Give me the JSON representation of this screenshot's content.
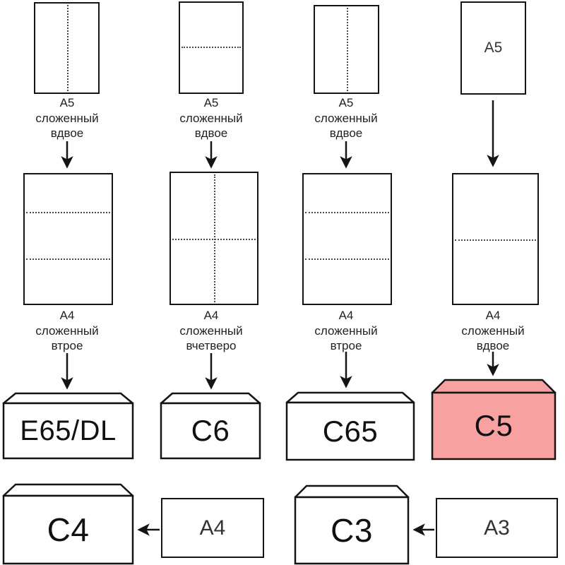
{
  "colors": {
    "highlight": "#f7a1a1",
    "line": "#141414",
    "background": "#ffffff"
  },
  "columns": [
    {
      "top_paper": {
        "label_lines": [
          "A5",
          "сложенный",
          "вдвое"
        ],
        "fold": "vertical-half"
      },
      "bottom_paper": {
        "label_lines": [
          "A4",
          "сложенный",
          "втрое"
        ],
        "fold": "horizontal-thirds"
      },
      "envelope": {
        "label": "E65/DL",
        "highlighted": false
      }
    },
    {
      "top_paper": {
        "label_lines": [
          "A5",
          "сложенный",
          "вдвое"
        ],
        "fold": "horizontal-half"
      },
      "bottom_paper": {
        "label_lines": [
          "A4",
          "сложенный",
          "вчетверо"
        ],
        "fold": "cross-quarters"
      },
      "envelope": {
        "label": "C6",
        "highlighted": false
      }
    },
    {
      "top_paper": {
        "label_lines": [
          "A5",
          "сложенный",
          "вдвое"
        ],
        "fold": "vertical-half"
      },
      "bottom_paper": {
        "label_lines": [
          "A4",
          "сложенный",
          "втрое"
        ],
        "fold": "horizontal-thirds"
      },
      "envelope": {
        "label": "C65",
        "highlighted": false
      }
    },
    {
      "top_paper": {
        "inner_label": "A5",
        "fold": "none"
      },
      "bottom_paper": {
        "label_lines": [
          "A4",
          "сложенный",
          "вдвое"
        ],
        "fold": "horizontal-half"
      },
      "envelope": {
        "label": "C5",
        "highlighted": true
      }
    }
  ],
  "bottom_row": [
    {
      "envelope_label": "C4",
      "source_label": "A4"
    },
    {
      "envelope_label": "C3",
      "source_label": "A3"
    }
  ]
}
